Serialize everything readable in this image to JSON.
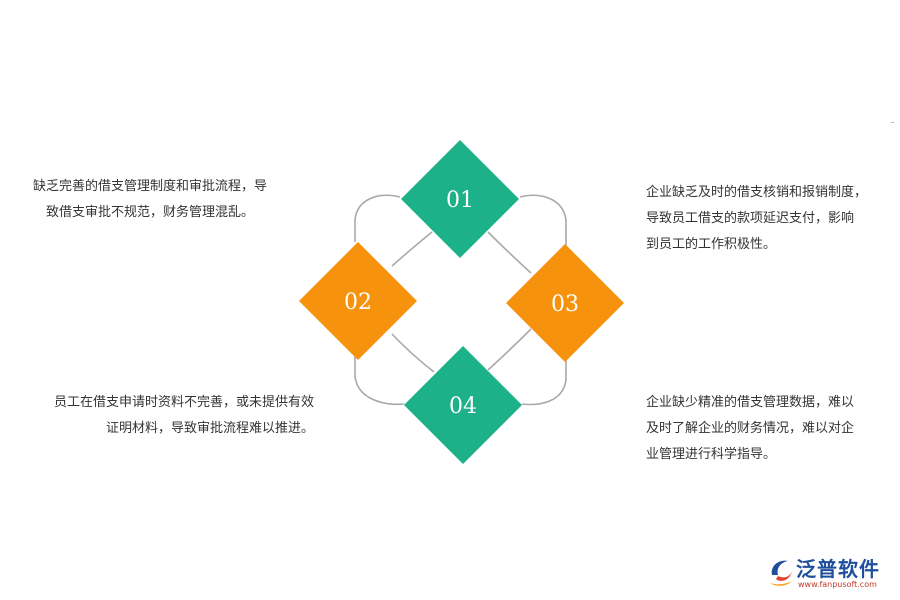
{
  "colors": {
    "green": "#1db189",
    "orange": "#f6920c",
    "curve": "#a9a9a9",
    "text": "#333333"
  },
  "items": [
    {
      "number": "01",
      "color": "green",
      "lines": [
        "缺乏完善的借支管理制度和审批流程，导",
        "致借支审批不规范，财务管理混乱。"
      ]
    },
    {
      "number": "02",
      "color": "orange",
      "lines": [
        "员工在借支申请时资料不完善，或未提供有效",
        "证明材料，导致审批流程难以推进。"
      ]
    },
    {
      "number": "03",
      "color": "orange",
      "lines": [
        "企业缺乏及时的借支核销和报销制度，",
        "导致员工借支的款项延迟支付，影响",
        "到员工的工作积极性。"
      ]
    },
    {
      "number": "04",
      "color": "green",
      "lines": [
        "企业缺少精准的借支管理数据，难以",
        "及时了解企业的财务情况，难以对企",
        "业管理进行科学指导。"
      ]
    }
  ],
  "logo": {
    "name": "泛普软件",
    "url": "www.fanpusoft.com"
  }
}
